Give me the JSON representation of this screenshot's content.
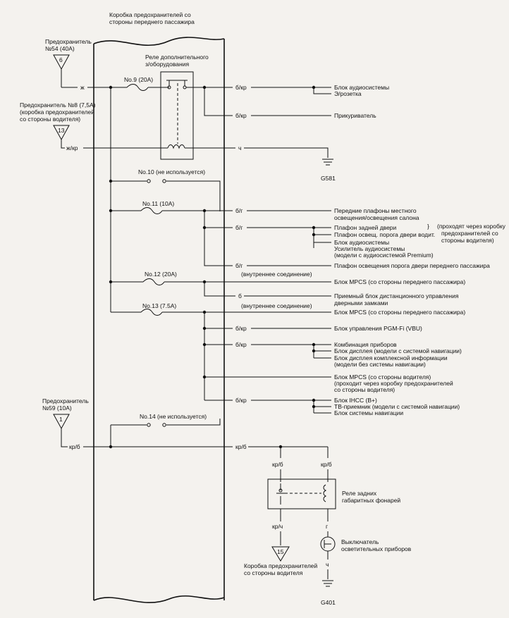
{
  "header": {
    "line1": "Коробка предохранителей со",
    "line2": "стороны переднего пассажира"
  },
  "fuse54": {
    "title": "Предохранитель",
    "value": "№54 (40А)",
    "num": "6"
  },
  "fuse8": {
    "line1": "Предохранитель №8 (7,5А)",
    "line2": "(коробка предохранителей",
    "line3": "со стороны водителя)",
    "num": "13"
  },
  "fuse59": {
    "title": "Предохранитель",
    "value": "№59 (10А)",
    "num": "1"
  },
  "relay_aux": {
    "line1": "Реле дополнительного",
    "line2": "з/оборудования"
  },
  "wires": {
    "zh": "ж",
    "zh_kr": "ж/кр",
    "b_kr": "б/кр",
    "ch": "ч",
    "b_g": "б/г",
    "b": "б",
    "kr_b": "кр/б",
    "kr_ch": "кр/ч",
    "g": "г"
  },
  "fuses": {
    "n9": "No.9 (20А)",
    "n10": "No.10 (не используется)",
    "n11": "No.11 (10А)",
    "n12": "No.12 (20А)",
    "n13": "No.13 (7.5А)",
    "n14": "No.14 (не используется)"
  },
  "internal": "(внутреннее соединение)",
  "loads": {
    "audio": "Блок аудиосистемы",
    "socket": "Э/розетка",
    "lighter": "Прикуриватель",
    "front_lamps1": "Передние плафоны местного",
    "front_lamps2": "освещения/освещения салона",
    "rear_door": "Плафон задней двери",
    "threshold": "Плафон освещ. порога двери водит.",
    "audio2": "Блок аудиосистемы",
    "amp": "Усилитель аудиосистемы",
    "amp_note": "(модели с аудиосистемой Premium)",
    "via1": "(проходят через коробку",
    "via2": "предохранителей со",
    "via3": "стороны водителя)",
    "pass_threshold": "Плафон освещения порога двери переднего пассажира",
    "mpcs_pass": "Блок MPCS (со стороны переднего пассажира)",
    "keyless1": "Приемный блок дистанционного управления",
    "keyless2": "дверными замками",
    "mpcs_pass2": "Блок MPCS (со стороны переднего пассажира)",
    "pgmfi": "Блок управления PGM-Fi (VBU)",
    "combo": "Комбинация приборов",
    "display_nav": "Блок дисплея (модели с системой навигации)",
    "display_info": "Блок дисплея комплексной информации",
    "display_info_note": "(модели без системы навигации)",
    "mpcs_drv1": "Блок MPCS (со стороны водителя)",
    "mpcs_drv2": "(проходит через коробку предохранителей",
    "mpcs_drv3": "со стороны водителя)",
    "ihcc": "Блок IHCC (В+)",
    "tv": "ТВ-приемник (модели с системой навигации)",
    "nav": "Блок системы навигации"
  },
  "ground1": "G581",
  "ground2": "G401",
  "tail_relay": {
    "line1": "Реле задних",
    "line2": "габаритных фонарей"
  },
  "switch": {
    "line1": "Выключатель",
    "line2": "осветительных приборов"
  },
  "drv_box": {
    "num": "15",
    "line1": "Коробка предохранителей",
    "line2": "со стороны водителя"
  }
}
